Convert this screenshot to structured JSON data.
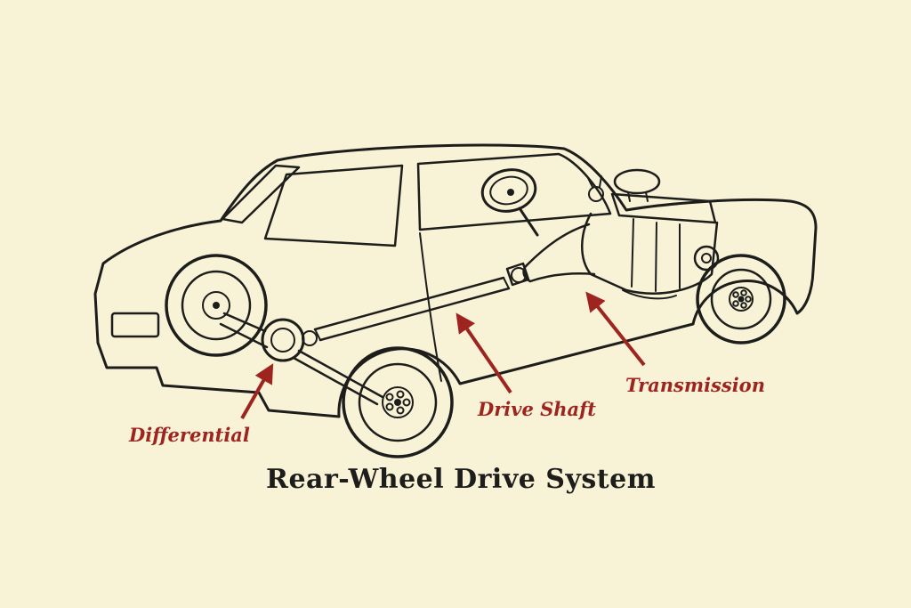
{
  "diagram": {
    "title": "Rear-Wheel Drive System",
    "labels": {
      "differential": "Differential",
      "drive_shaft": "Drive Shaft",
      "transmission": "Transmission"
    },
    "colors": {
      "background": "#f8f2d7",
      "line_art": "#1d1d1b",
      "label_red": "#9e2420"
    }
  }
}
